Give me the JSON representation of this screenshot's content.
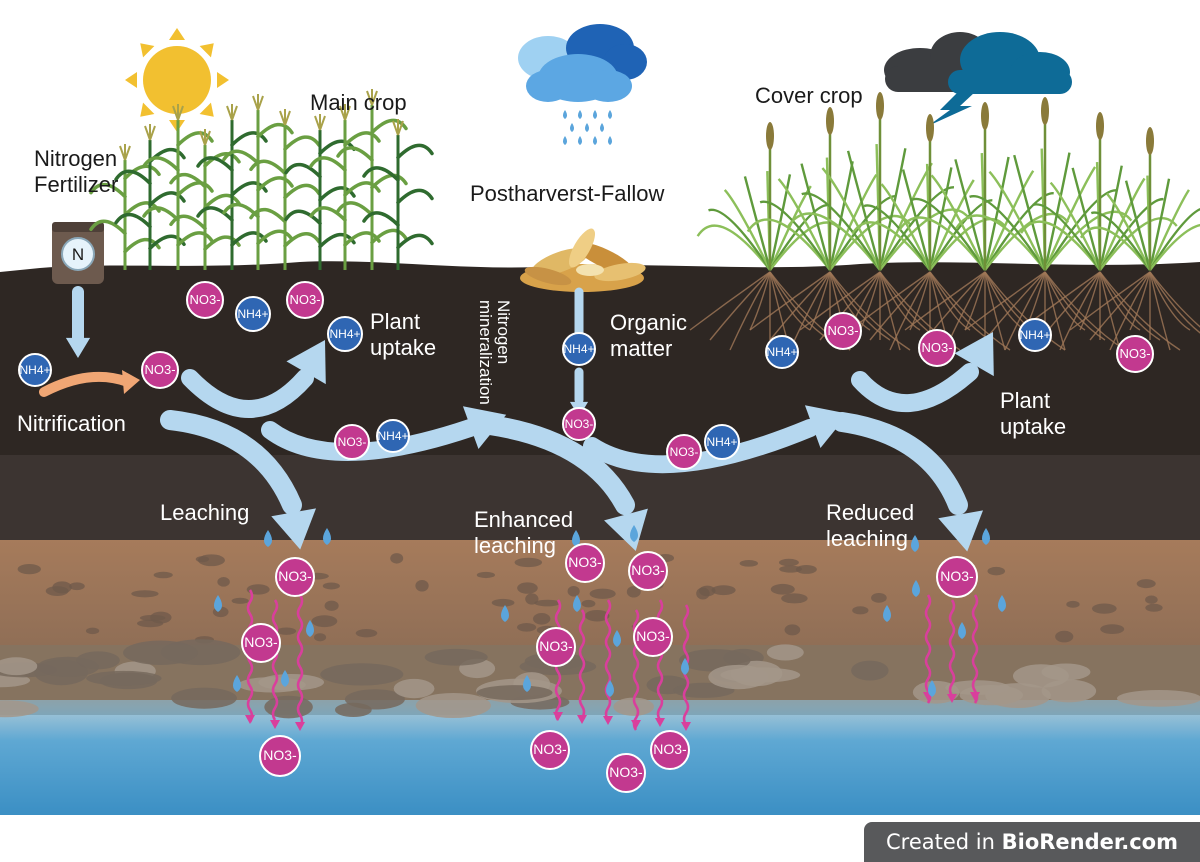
{
  "labels": {
    "nitrogen_fertilizer": "Nitrogen\nFertilizer",
    "fertilizer_bag_letter": "N",
    "main_crop": "Main crop",
    "postharvest_fallow": "Postharverst-Fallow",
    "cover_crop": "Cover crop",
    "nitrification": "Nitrification",
    "plant_uptake_left": "Plant\nuptake",
    "plant_uptake_right": "Plant\nuptake",
    "nitrogen_mineralization": "Nitrogen\nmineralization",
    "organic_matter": "Organic\nmatter",
    "leaching": "Leaching",
    "enhanced_leaching": "Enhanced\nleaching",
    "reduced_leaching": "Reduced\nleaching"
  },
  "ions": {
    "nitrate": "NO3-",
    "ammonium": "NH4+"
  },
  "branding": {
    "prefix": "Created in ",
    "name": "BioRender.com"
  },
  "colors": {
    "nitrate_fill": "#c2398f",
    "ammonium_fill": "#2f66b3",
    "arrow": "#b5d7ef",
    "topsoil": "#2e2723",
    "subsoil": "#3c3431",
    "sand": "#a0775a",
    "gravel": "#86735f",
    "groundwater": "#4f9fce",
    "leach_arrow": "#d93f9c",
    "water_drop": "#5ba5dc",
    "sun": "#f2c030"
  }
}
